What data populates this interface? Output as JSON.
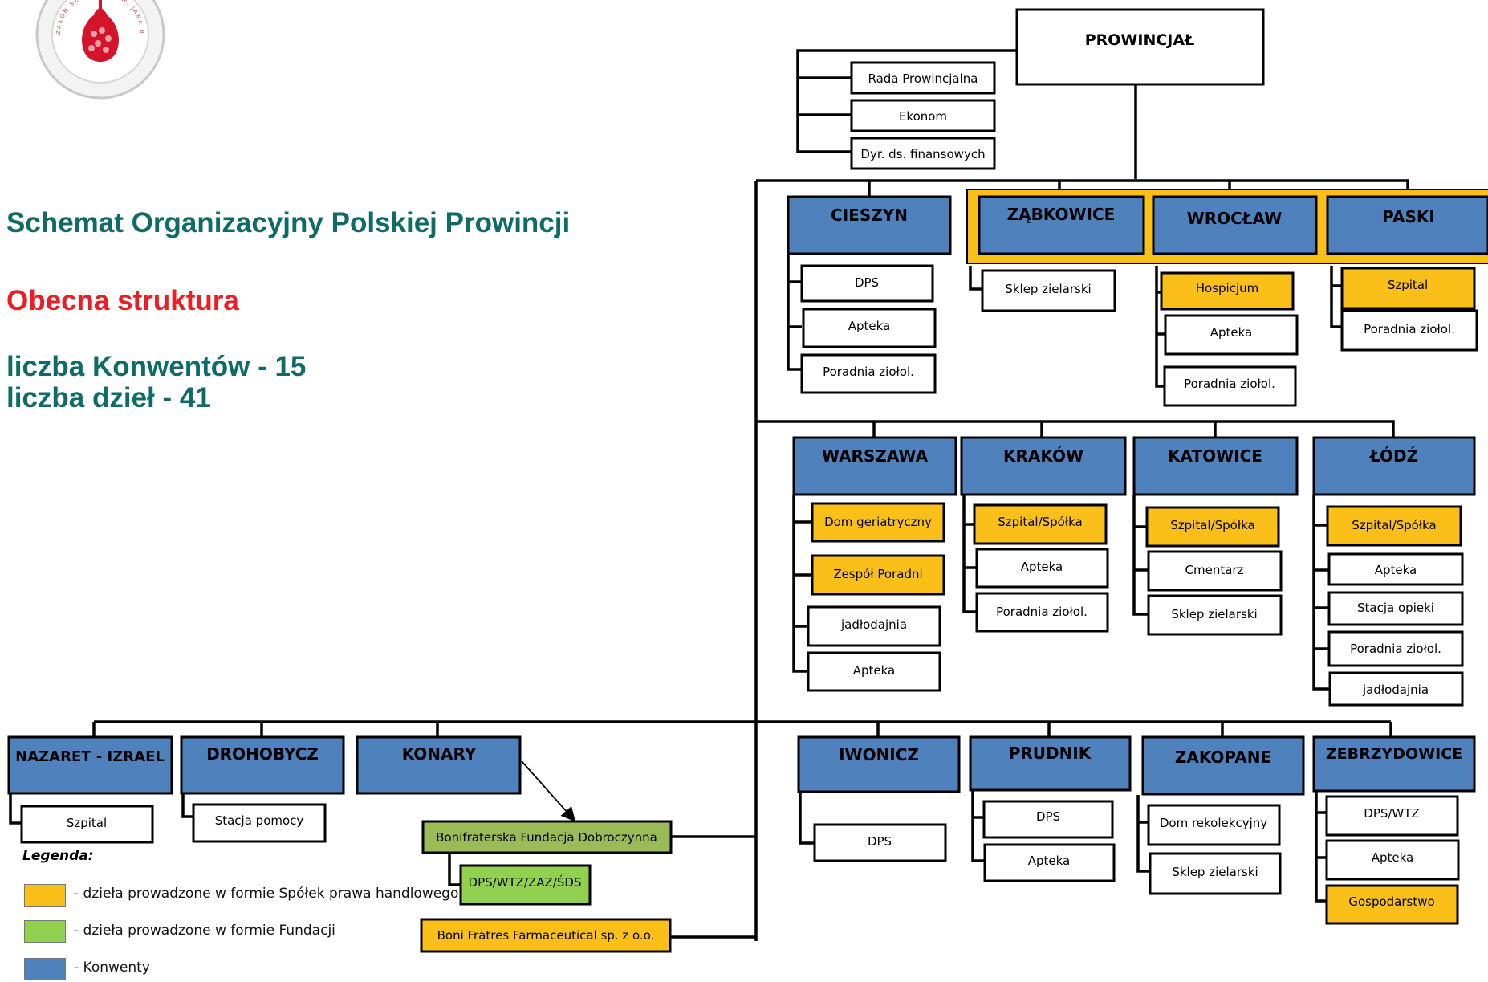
{
  "title": "Schemat Organizacyjny  Polskiej Prowincji",
  "subtitle": "Obecna struktura",
  "stats": {
    "konwenty": "liczba Konwentów - 15",
    "dziela": "liczba dzieł - 41"
  },
  "logo": {
    "icon": "pomegranate-cross-seal",
    "text": "ZAKON SZPITALNY ŚW. JANA BOŻEGO"
  },
  "colors": {
    "konwent": "#4f81bd",
    "spolka": "#fbbf1a",
    "fundacja_dark": "#9bbb59",
    "fundacja_light": "#92d050",
    "white": "#ffffff",
    "title_teal": "#0f6b66",
    "subtitle_red": "#ee1c24"
  },
  "top": {
    "head": "PROWINCJAŁ",
    "staff": [
      "Rada Prowincjalna",
      "Ekonom",
      "Dyr. ds. finansowych"
    ]
  },
  "row1": {
    "cieszyn": {
      "name": "CIESZYN",
      "works": [
        "DPS",
        "Apteka",
        "Poradnia ziołol."
      ]
    },
    "zabkowice": {
      "name": "ZĄBKOWICE",
      "works": [
        "Sklep zielarski"
      ]
    },
    "wroclaw": {
      "name": "WROCŁAW",
      "works": [
        "Hospicjum",
        "Apteka",
        "Poradnia ziołol."
      ]
    },
    "paski": {
      "name": "PASKI",
      "works": [
        "Szpital",
        "Poradnia ziołol."
      ]
    }
  },
  "row2": {
    "warszawa": {
      "name": "WARSZAWA",
      "works": [
        "Dom geriatryczny",
        "Zespół Poradni",
        "jadłodajnia",
        "Apteka"
      ]
    },
    "krakow": {
      "name": "KRAKÓW",
      "works": [
        "Szpital/Spółka",
        "Apteka",
        "Poradnia ziołol."
      ]
    },
    "katowice": {
      "name": "KATOWICE",
      "works": [
        "Szpital/Spółka",
        "Cmentarz",
        "Sklep zielarski"
      ]
    },
    "lodz": {
      "name": "ŁÓDŹ",
      "works": [
        "Szpital/Spółka",
        "Apteka",
        "Stacja opieki",
        "Poradnia ziołol.",
        "jadłodajnia"
      ]
    }
  },
  "row3": {
    "nazaret": {
      "name": "NAZARET - IZRAEL",
      "works": [
        "Szpital"
      ]
    },
    "drohobycz": {
      "name": "DROHOBYCZ",
      "works": [
        "Stacja pomocy"
      ]
    },
    "konary": {
      "name": "KONARY"
    },
    "fundacja": "Bonifraterska Fundacja Dobroczynna",
    "fundacja_work": "DPS/WTZ/ZAZ/ŚDS",
    "boni": "Boni Fratres Farmaceutical sp. z o.o.",
    "iwonicz": {
      "name": "IWONICZ",
      "works": [
        "DPS"
      ]
    },
    "prudnik": {
      "name": "PRUDNIK",
      "works": [
        "DPS",
        "Apteka"
      ]
    },
    "zakopane": {
      "name": "ZAKOPANE",
      "works": [
        "Dom rekolekcyjny",
        "Sklep zielarski"
      ]
    },
    "zebrzydowice": {
      "name": "ZEBRZYDOWICE",
      "works": [
        "DPS/WTZ",
        "Apteka",
        "Gospodarstwo"
      ]
    }
  },
  "legend": {
    "title": "Legenda:",
    "spolka": "- dzieła prowadzone w formie Spółek prawa handlowego",
    "fundacja": "- dzieła prowadzone w formie Fundacji",
    "konwent": "- Konwenty"
  }
}
